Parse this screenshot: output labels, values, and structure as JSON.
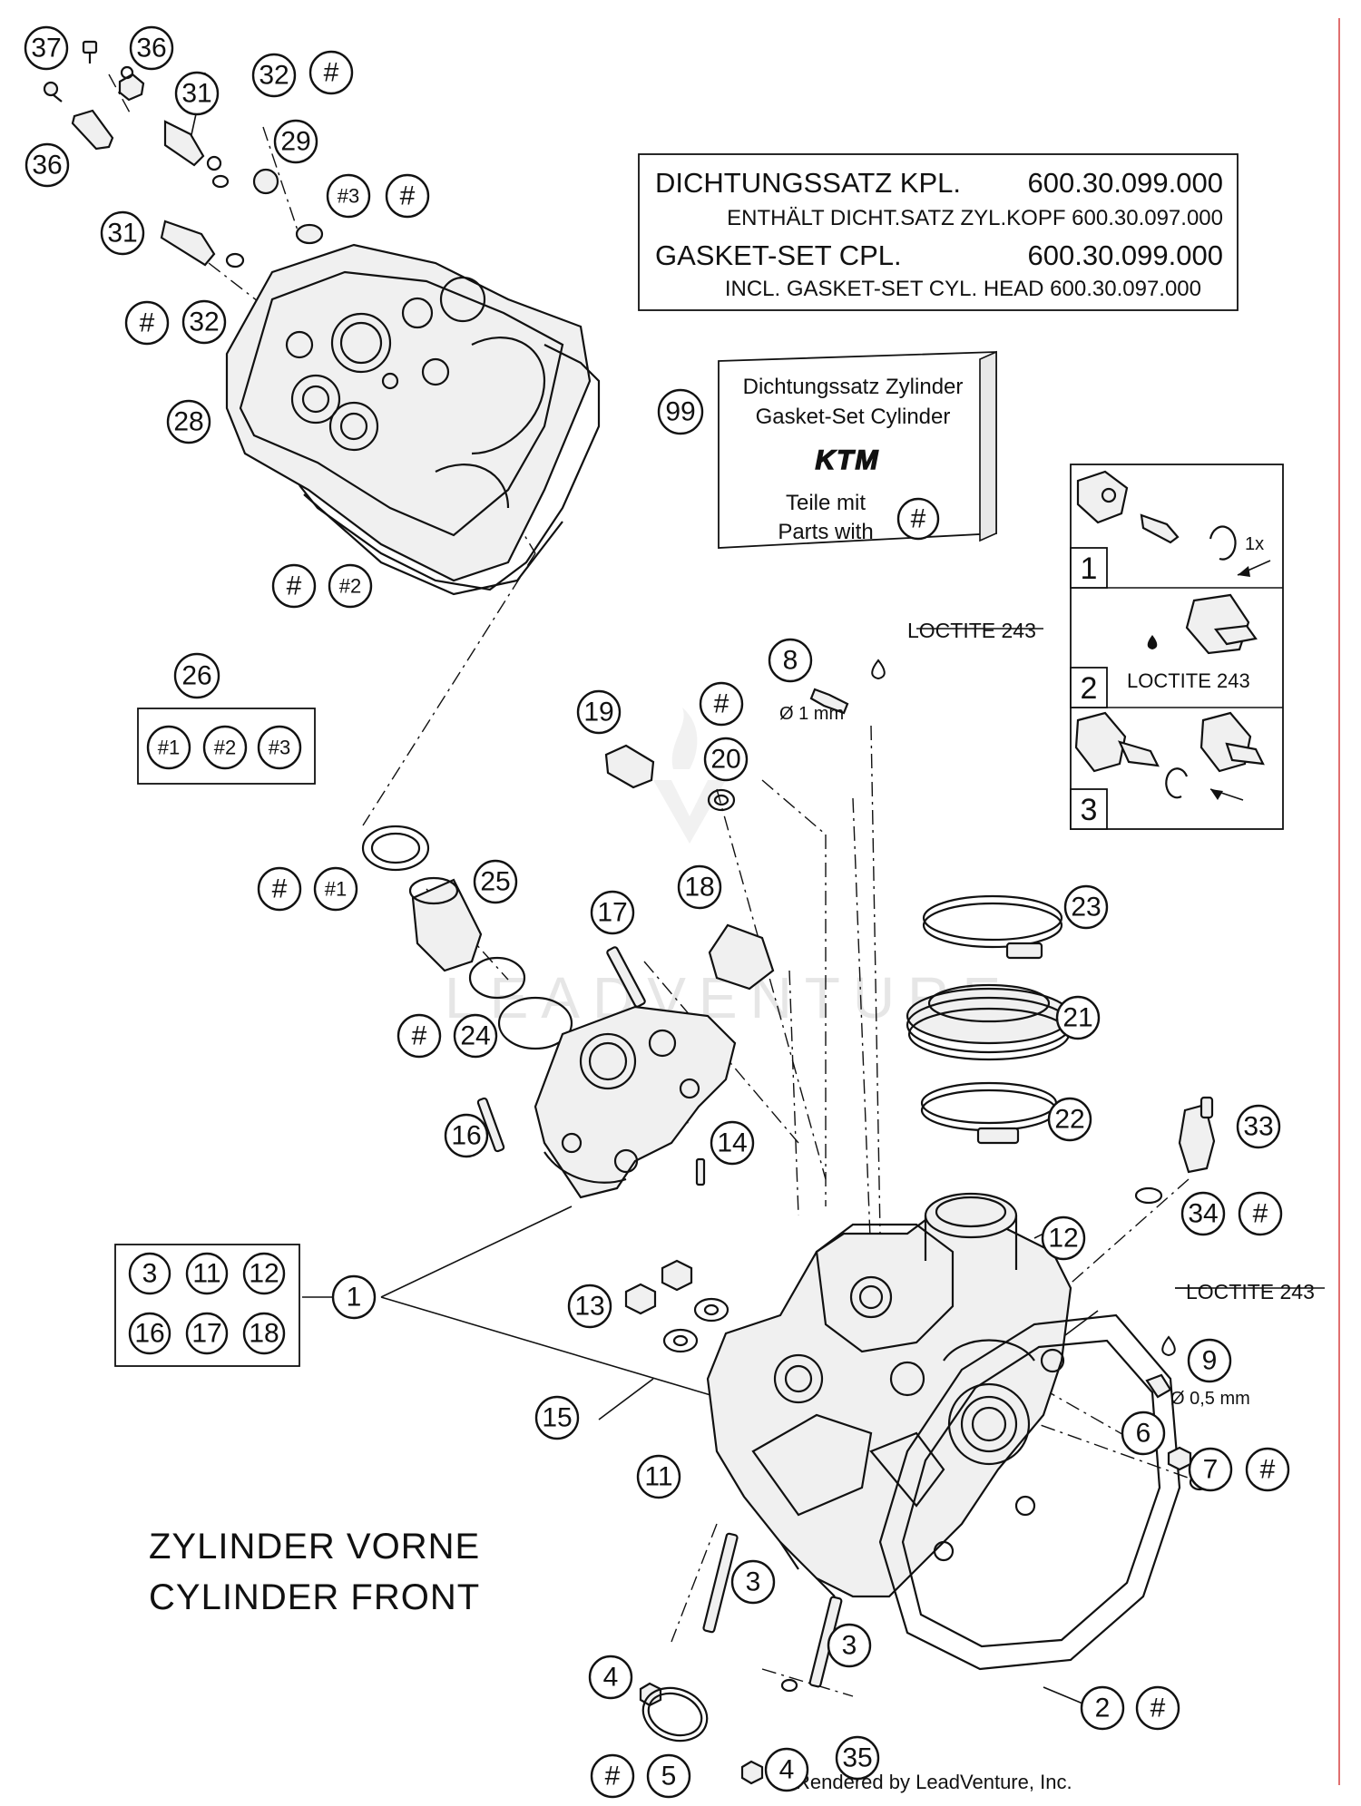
{
  "title_lines": [
    "ZYLINDER VORNE",
    "CYLINDER FRONT"
  ],
  "gasket_set_box": {
    "line1_label": "DICHTUNGSSATZ KPL.",
    "line1_value": "600.30.099.000",
    "line2": "ENTHÄLT DICHT.SATZ ZYL.KOPF 600.30.097.000",
    "line3_label": "GASKET-SET CPL.",
    "line3_value": "600.30.099.000",
    "line4": "INCL. GASKET-SET CYL. HEAD 600.30.097.000"
  },
  "gasket_kit_box": {
    "line1": "Dichtungssatz Zylinder",
    "line2": "Gasket-Set Cylinder",
    "logo": "KTM",
    "line3": "Teile mit",
    "line4": "Parts with",
    "marker": "#",
    "callout": "99"
  },
  "procedure": {
    "steps": [
      "1",
      "2",
      "3"
    ],
    "step1_note": "1x",
    "step2_note": "LOCTITE 243"
  },
  "annotations": {
    "loctite_top": "LOCTITE 243",
    "loctite_right": "LOCTITE 243",
    "dia_1mm": "Ø 1 mm",
    "dia_05mm": "Ø 0,5 mm"
  },
  "kit_26": {
    "callout": "26",
    "items": [
      "#1",
      "#2",
      "#3"
    ]
  },
  "kit_1": {
    "callout": "1",
    "items": [
      "3",
      "11",
      "12",
      "16",
      "17",
      "18"
    ]
  },
  "callouts": {
    "c37": "37",
    "c36a": "36",
    "c36b": "36",
    "c31a": "31",
    "c31b": "31",
    "c32a": "32",
    "c32b": "32",
    "c29": "29",
    "c28": "28",
    "c3h": "#3",
    "c25": "25",
    "c24": "24",
    "c1h": "#1",
    "c2h": "#2",
    "c19": "19",
    "c20": "20",
    "c18": "18",
    "c17": "17",
    "c8": "8",
    "c23": "23",
    "c21": "21",
    "c22": "22",
    "c16": "16",
    "c14": "14",
    "c33": "33",
    "c34": "34",
    "c12": "12",
    "c13": "13",
    "c15": "15",
    "c11": "11",
    "c9": "9",
    "c6": "6",
    "c7": "7",
    "c3a": "3",
    "c3b": "3",
    "c4a": "4",
    "c4b": "4",
    "c35": "35",
    "c2": "2",
    "c5": "5",
    "hash": "#"
  },
  "watermark": "LEADVENTURE",
  "footer": "Rendered by LeadVenture, Inc."
}
